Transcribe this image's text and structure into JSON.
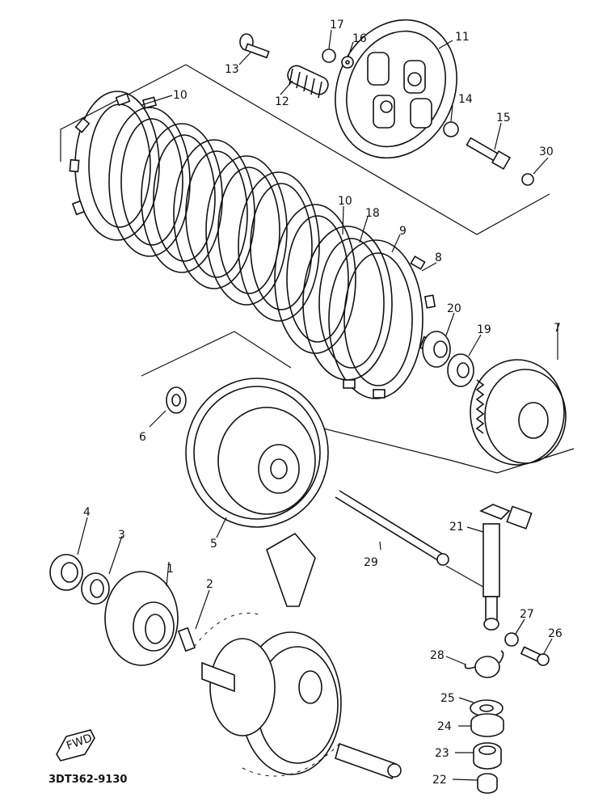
{
  "diagram": {
    "title": "Clutch exploded view",
    "reference_code": "3DT362-9130",
    "direction_marker": "FWD",
    "callouts": [
      {
        "id": "c1",
        "label": "1"
      },
      {
        "id": "c2",
        "label": "2"
      },
      {
        "id": "c3",
        "label": "3"
      },
      {
        "id": "c4",
        "label": "4"
      },
      {
        "id": "c5",
        "label": "5"
      },
      {
        "id": "c6",
        "label": "6"
      },
      {
        "id": "c7",
        "label": "7"
      },
      {
        "id": "c8",
        "label": "8"
      },
      {
        "id": "c9",
        "label": "9"
      },
      {
        "id": "c10a",
        "label": "10"
      },
      {
        "id": "c10b",
        "label": "10"
      },
      {
        "id": "c11",
        "label": "11"
      },
      {
        "id": "c12",
        "label": "12"
      },
      {
        "id": "c13",
        "label": "13"
      },
      {
        "id": "c14",
        "label": "14"
      },
      {
        "id": "c15",
        "label": "15"
      },
      {
        "id": "c16",
        "label": "16"
      },
      {
        "id": "c17",
        "label": "17"
      },
      {
        "id": "c18",
        "label": "18"
      },
      {
        "id": "c19",
        "label": "19"
      },
      {
        "id": "c20",
        "label": "20"
      },
      {
        "id": "c21",
        "label": "21"
      },
      {
        "id": "c22",
        "label": "22"
      },
      {
        "id": "c23",
        "label": "23"
      },
      {
        "id": "c24",
        "label": "24"
      },
      {
        "id": "c25",
        "label": "25"
      },
      {
        "id": "c26",
        "label": "26"
      },
      {
        "id": "c27",
        "label": "27"
      },
      {
        "id": "c28",
        "label": "28"
      },
      {
        "id": "c29",
        "label": "29"
      },
      {
        "id": "c30",
        "label": "30"
      }
    ]
  }
}
